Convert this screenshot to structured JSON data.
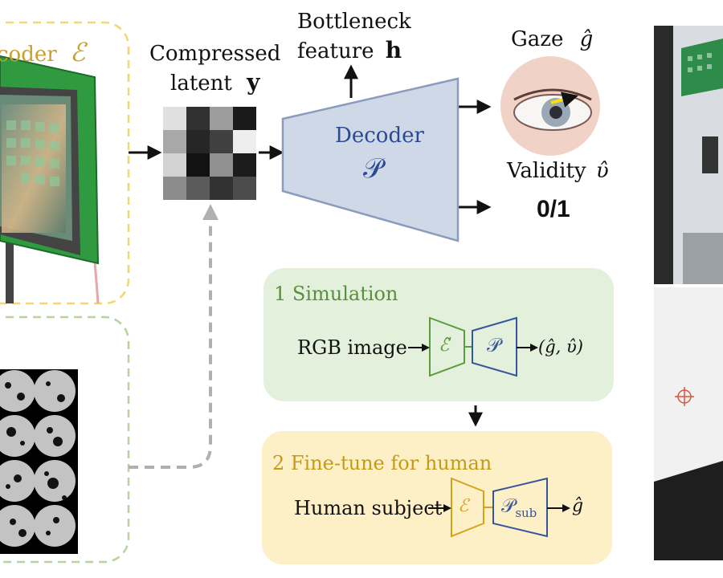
{
  "encoder": {
    "label_partial": "coder",
    "symbol": "ℰ"
  },
  "latent": {
    "line1": "Compressed",
    "line2": "latent",
    "symbol": "y"
  },
  "bottleneck": {
    "line1": "Bottleneck",
    "line2": "feature",
    "symbol": "h"
  },
  "decoder": {
    "label": "Decoder",
    "symbol": "𝒫"
  },
  "outputs": {
    "gaze_label": "Gaze",
    "gaze_symbol": "ĝ",
    "validity_label": "Validity",
    "validity_symbol": "υ̂",
    "validity_value": "0/1"
  },
  "stage1": {
    "title": "1 Simulation",
    "input": "RGB image",
    "encoder_symbol": "ℰ̃",
    "decoder_symbol": "𝒫",
    "output": "(ĝ, υ̂)"
  },
  "stage2": {
    "title": "2 Fine-tune for human",
    "input": "Human subject",
    "encoder_symbol": "ℰ",
    "decoder_symbol": "𝒫",
    "decoder_subscript": "sub",
    "output": "ĝ"
  },
  "colors": {
    "encoder_gold": "#c9a02f",
    "encoder_box_dash": "#f2d873",
    "pattern_box_dash": "#b7d49a",
    "decoder_fill": "#cfd8e6",
    "decoder_stroke": "#8a9bbd",
    "decoder_text": "#2b4a95",
    "stage1_bg": "#e3f0dc",
    "stage1_title": "#5a8f3c",
    "stage1_encoder": "#5b9c3f",
    "stage2_bg": "#fdf0c6",
    "stage2_title": "#c59a16",
    "stage2_encoder": "#d6a21a",
    "stage2_decoder": "#35559c",
    "arrow_gray": "#b0b0b0"
  },
  "latent_grid": [
    [
      "#e0e0e0",
      "#303030",
      "#9c9c9c",
      "#1a1a1a"
    ],
    [
      "#a8a8a8",
      "#262626",
      "#404040",
      "#eeeeee"
    ],
    [
      "#d2d2d2",
      "#121212",
      "#909090",
      "#1c1c1c"
    ],
    [
      "#8c8c8c",
      "#5a5a5a",
      "#323232",
      "#4c4c4c"
    ]
  ]
}
